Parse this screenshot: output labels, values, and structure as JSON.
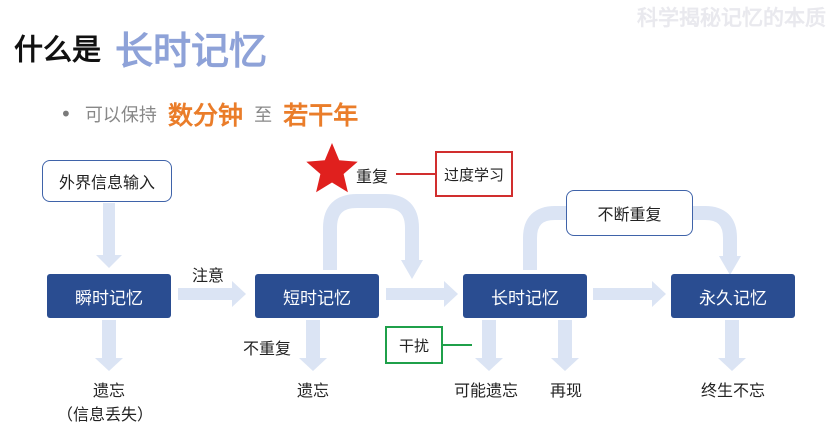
{
  "watermark": "科学揭秘记忆的本质",
  "title": {
    "prefix": "什么是",
    "main": "长时记忆"
  },
  "bullet": {
    "dot": "•",
    "text_before": "可以保持",
    "emphasis_1": "数分钟",
    "text_middle": "至",
    "emphasis_2": "若干年"
  },
  "diagram": {
    "input_box": "外界信息输入",
    "stages": {
      "sensory": "瞬时记忆",
      "short_term": "短时记忆",
      "long_term": "长时记忆",
      "permanent": "永久记忆"
    },
    "edges": {
      "attention": "注意",
      "repeat": "重复",
      "no_repeat": "不重复",
      "constant_repeat": "不断重复"
    },
    "overlearning": "过度学习",
    "interference": "干扰",
    "outcomes": {
      "sensory_forget": "遗忘",
      "sensory_forget_note": "（信息丢失）",
      "short_forget": "遗忘",
      "long_maybe_forget": "可能遗忘",
      "long_recall": "再现",
      "permanent_never_forget": "终生不忘"
    }
  },
  "colors": {
    "stage_fill": "#2a4d91",
    "arrow_fill": "#dbe4f4",
    "title_accent": "#8ea2d8",
    "emphasis": "#ea7d2a",
    "star": "#e0201e",
    "overlearning_border": "#d12e2e",
    "interference_border": "#1fa04a"
  }
}
